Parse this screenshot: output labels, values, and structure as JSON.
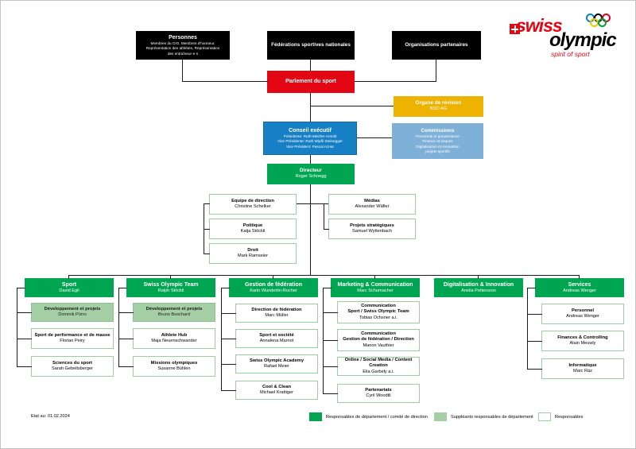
{
  "logo": {
    "swiss": "swiss",
    "olympic": "olympic",
    "tagline": "spirit of sport"
  },
  "colors": {
    "brand_red": "#e30613",
    "dept_green": "#00a551",
    "deputy_green": "#a4cfa4",
    "exec_blue": "#1780c4",
    "commission_blue": "#7fb0d8",
    "revision_yellow": "#eeb200",
    "stakeholder_black": "#000000"
  },
  "top_row": {
    "personnes": {
      "title": "Personnes",
      "lines": [
        "Membres du CIO, Membres d'honneur,",
        "Représentation des athlètes, Représentation",
        "des entraîneur·e·s"
      ]
    },
    "federations": {
      "title": "Fédérations sportives nationales"
    },
    "partenaires": {
      "title": "Organisations partenaires"
    }
  },
  "governance": {
    "parlement": {
      "title": "Parlement du sport"
    },
    "revision": {
      "title": "Organe de révision",
      "name": "BDO AG"
    },
    "conseil": {
      "title": "Conseil exécutif",
      "lines": [
        "Présidente: Ruth Metzler-Arnold",
        "Vice Présidente: Ruth Wipfli Steinegger",
        "Vice Président: Pascal Aznar"
      ]
    },
    "commissions": {
      "title": "Commissions",
      "lines": [
        "Personnel et gouvernance",
        "Finance et risques",
        "Digitalisation et innovation",
        "projets sportifs"
      ]
    },
    "directeur": {
      "title": "Directeur",
      "name": "Roger Schnegg"
    }
  },
  "staff_left": [
    {
      "title": "Equipe de direction",
      "name": "Christine Schelker"
    },
    {
      "title": "Politique",
      "name": "Katja Stöckli"
    },
    {
      "title": "Droit",
      "name": "Mark Ramseier"
    }
  ],
  "staff_right": [
    {
      "title": "Médias",
      "name": "Alexander Wäfler"
    },
    {
      "title": "Projets stratégiques",
      "name": "Samuel Wyttenbach"
    }
  ],
  "departments": [
    {
      "title": "Sport",
      "name": "David Egli",
      "subs": [
        {
          "title": "Développement et projets",
          "name": "Dominik Pürro"
        },
        {
          "title": "Sport de performance et de masse",
          "name": "Florian Peiry"
        },
        {
          "title": "Sciences du sport",
          "name": "Sarah Gebeltsberger"
        }
      ]
    },
    {
      "title": "Swiss Olympic Team",
      "name": "Ralph Stöckli",
      "subs": [
        {
          "title": "Développement et projets",
          "name": "Bruno Boschard"
        },
        {
          "title": "Athlete Hub",
          "name": "Maja Neuenschwander"
        },
        {
          "title": "Missions olympiques",
          "name": "Susanne Bühlen"
        }
      ]
    },
    {
      "title": "Gestion de fédération",
      "name": "Karin Wunderlin-Rocher",
      "subs": [
        {
          "title": "Direction de fédération",
          "name": "Marc Müller"
        },
        {
          "title": "Sport et société",
          "name": "Annalena Marnot"
        },
        {
          "title": "Swiss Olympic Academy",
          "name": "Rafael Meier"
        },
        {
          "title": "Cool & Clean",
          "name": "Michael Krattiger"
        }
      ]
    },
    {
      "title": "Marketing & Communication",
      "name": "Marc Schumacher",
      "subs": [
        {
          "title": "Communication",
          "line2": "Sport / Swiss Olympic Team",
          "name": "Tobias Ochsner a.i."
        },
        {
          "title": "Communication",
          "line2": "Gestion de fédération / Direction",
          "name": "Manon Vauthier"
        },
        {
          "title": "Online / Social Media / Content Creation",
          "name": "Elia Garbely a.i."
        },
        {
          "title": "Partenariats",
          "name": "Cyril Woodtli"
        }
      ]
    },
    {
      "title": "Digitalisation & Innovation",
      "name": "Anelia Pettersson",
      "subs": []
    },
    {
      "title": "Services",
      "name": "Andreas Wenger",
      "subs": [
        {
          "title": "Personnel",
          "name": "Andreas Wenger"
        },
        {
          "title": "Finances & Controlling",
          "name": "Alain Meuwly"
        },
        {
          "title": "Informatique",
          "name": "Marc Räz"
        }
      ]
    }
  ],
  "legend": [
    {
      "label": "Responsables de département / comité de direction",
      "swatch": "green"
    },
    {
      "label": "Suppléants responsables de département",
      "swatch": "lightgreen"
    },
    {
      "label": "Responsables",
      "swatch": "white"
    }
  ],
  "footer": {
    "status": "Etat au: 01.02.2024"
  }
}
